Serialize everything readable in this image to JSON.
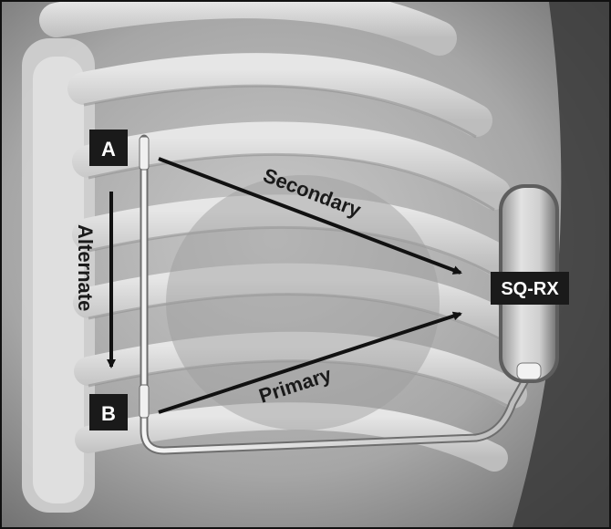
{
  "labels": {
    "point_a": "A",
    "point_b": "B",
    "device": "SQ-RX",
    "secondary": "Secondary",
    "primary": "Primary",
    "alternate": "Alternate"
  },
  "colors": {
    "badge_bg": "#1a1a1a",
    "badge_text": "#ffffff",
    "arrow": "#111111",
    "arrow_text": "#1a1a1a"
  }
}
